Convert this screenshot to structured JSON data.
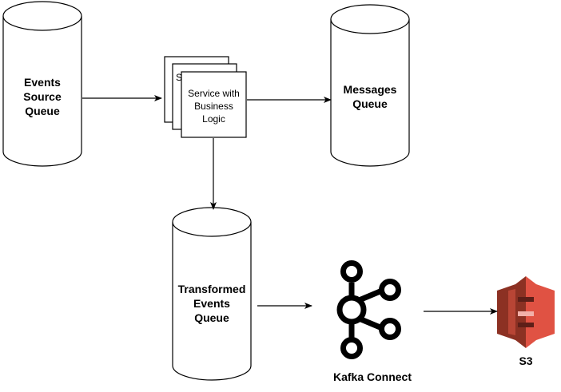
{
  "nodes": {
    "events_source_queue": {
      "lines": [
        "Events",
        "Source",
        "Queue"
      ]
    },
    "service": {
      "back_label_fragment": "S",
      "lines": [
        "Service with",
        "Business",
        "Logic"
      ]
    },
    "messages_queue": {
      "lines": [
        "Messages",
        "Queue"
      ]
    },
    "transformed_events_queue": {
      "lines": [
        "Transformed",
        "Events",
        "Queue"
      ]
    },
    "kafka_connect": {
      "label": "Kafka Connect"
    },
    "s3": {
      "label": "S3"
    }
  },
  "edges": [
    {
      "from": "events_source_queue",
      "to": "service"
    },
    {
      "from": "service",
      "to": "messages_queue"
    },
    {
      "from": "service",
      "to": "transformed_events_queue"
    },
    {
      "from": "transformed_events_queue",
      "to": "kafka_connect"
    },
    {
      "from": "kafka_connect",
      "to": "s3"
    }
  ],
  "colors": {
    "stroke": "#000000",
    "fill": "#ffffff",
    "s3_light": "#E05243",
    "s3_dark": "#8C3123"
  }
}
